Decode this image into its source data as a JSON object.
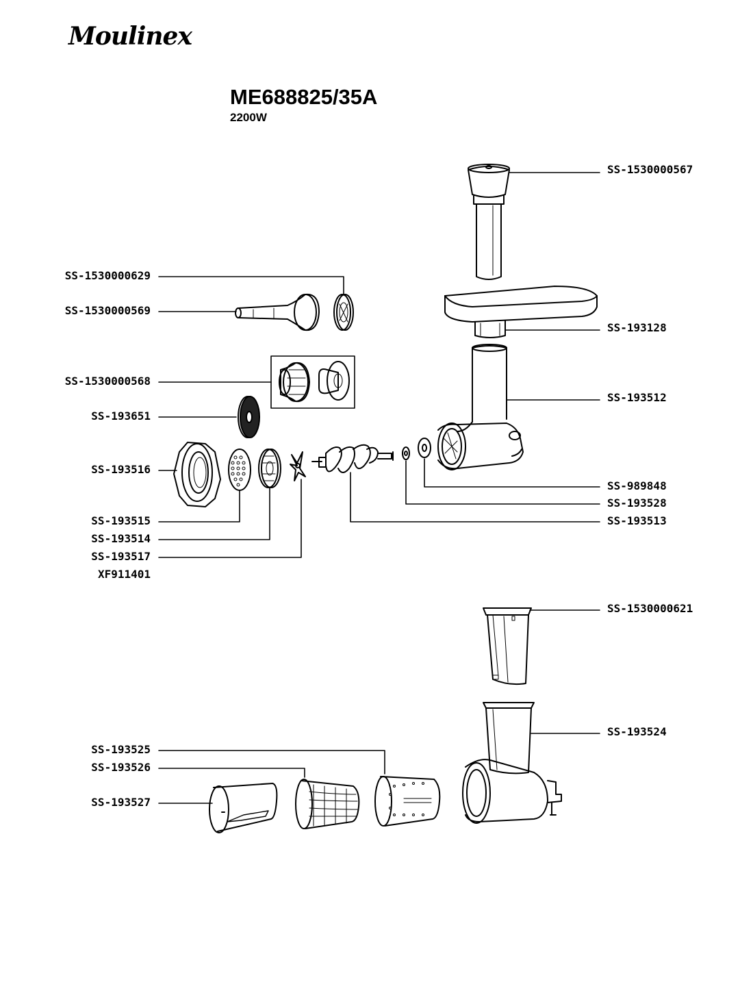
{
  "header": {
    "brand": "Moulinex",
    "model": "ME688825/35A",
    "power": "2200W"
  },
  "parts": {
    "left": [
      "SS-1530000629",
      "SS-1530000569",
      "SS-1530000568",
      "SS-193651",
      "SS-193516",
      "SS-193515",
      "SS-193514",
      "SS-193517",
      "XF911401",
      "SS-193525",
      "SS-193526",
      "SS-193527"
    ],
    "right": [
      "SS-1530000567",
      "SS-193128",
      "SS-193512",
      "SS-989848",
      "SS-193528",
      "SS-193513",
      "SS-1530000621",
      "SS-193524"
    ]
  }
}
